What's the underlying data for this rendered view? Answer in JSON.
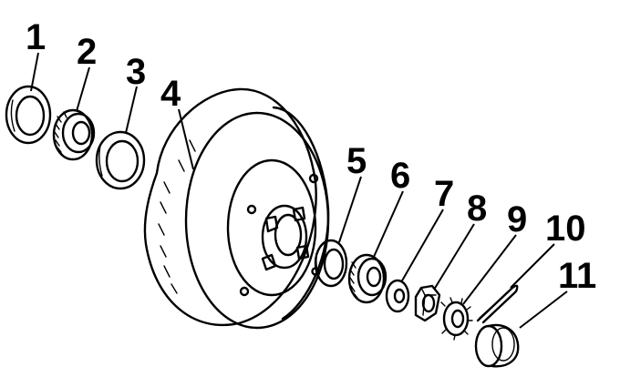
{
  "diagram": {
    "labels": [
      "1",
      "2",
      "3",
      "4",
      "5",
      "6",
      "7",
      "8",
      "9",
      "10",
      "11"
    ],
    "parts": [
      {
        "label": "1",
        "icon": "outer-ring-icon"
      },
      {
        "label": "2",
        "icon": "roller-bearing-icon"
      },
      {
        "label": "3",
        "icon": "bearing-race-icon"
      },
      {
        "label": "4",
        "icon": "brake-drum-icon"
      },
      {
        "label": "5",
        "icon": "bearing-race-icon"
      },
      {
        "label": "6",
        "icon": "roller-bearing-icon"
      },
      {
        "label": "7",
        "icon": "washer-icon"
      },
      {
        "label": "8",
        "icon": "hex-nut-icon"
      },
      {
        "label": "9",
        "icon": "castle-retainer-icon"
      },
      {
        "label": "10",
        "icon": "cotter-pin-icon"
      },
      {
        "label": "11",
        "icon": "hub-cap-icon"
      }
    ]
  }
}
